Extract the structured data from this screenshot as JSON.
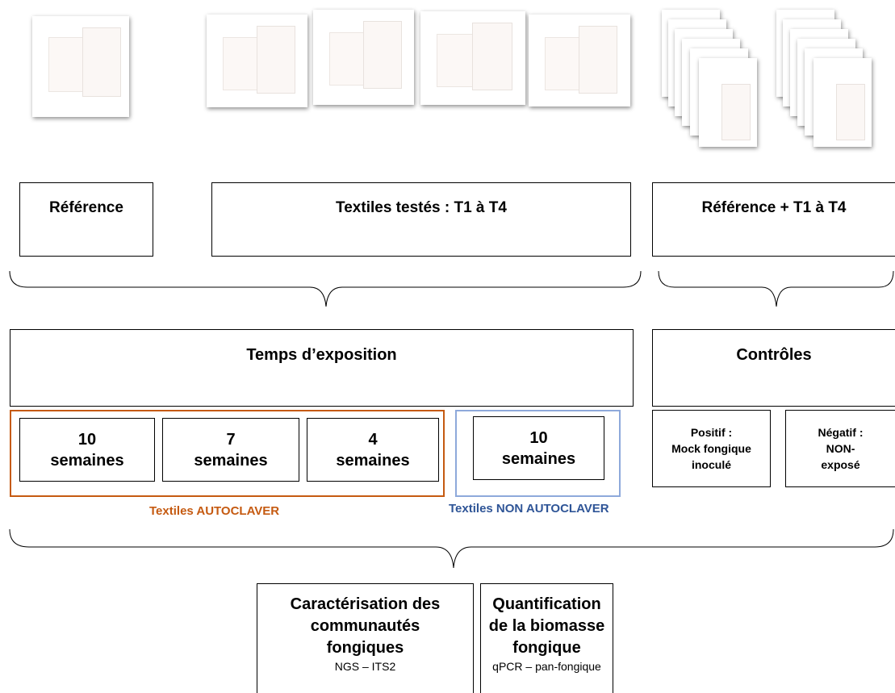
{
  "labels": {
    "reference": "Référence",
    "tested": "Textiles testés : T1 à T4",
    "reference_t": "Référence + T1 à T4",
    "exposure_time": "Temps d’exposition",
    "controls": "Contrôles",
    "autoclave": {
      "w10_num": "10",
      "w10_unit": "semaines",
      "w7_num": "7",
      "w7_unit": "semaines",
      "w4_num": "4",
      "w4_unit": "semaines",
      "caption": "Textiles AUTOCLAVER"
    },
    "non_autoclave": {
      "w10_num": "10",
      "w10_unit": "semaines",
      "caption": "Textiles NON AUTOCLAVER"
    },
    "positive_control": {
      "l1": "Positif :",
      "l2": "Mock fongique",
      "l3": "inoculé"
    },
    "negative_control": {
      "l1": "Négatif :",
      "l2": "NON-",
      "l3": "exposé"
    },
    "characterisation": {
      "l1": "Caractérisation des",
      "l2": "communautés",
      "l3": "fongiques",
      "sub": "NGS – ITS2"
    },
    "quantification": {
      "l1": "Quantification",
      "l2": "de la biomasse",
      "l3": "fongique",
      "sub": "qPCR – pan-fongique"
    }
  },
  "colors": {
    "autoclave": "#c55a11",
    "non_autoclave": "#8ea9db",
    "non_autoclave_text": "#2f5597"
  },
  "icons": [
    "textile-sample-icon",
    "textile-stack-icon"
  ]
}
